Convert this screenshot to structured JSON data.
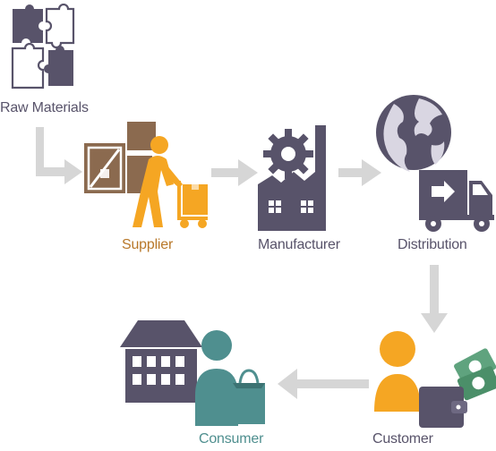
{
  "colors": {
    "dark": "#58536a",
    "light_gray": "#d6d6d6",
    "orange": "#f5a623",
    "brown": "#8b6a4f",
    "teal": "#4f8f8f",
    "green": "#5fa37e"
  },
  "nodes": [
    {
      "id": "raw-materials",
      "label": "Raw Materials",
      "icon": "puzzle-icon",
      "label_color": "#58536a"
    },
    {
      "id": "supplier",
      "label": "Supplier",
      "icon": "worker-boxes-icon",
      "label_color": "#b8782a"
    },
    {
      "id": "manufacturer",
      "label": "Manufacturer",
      "icon": "factory-icon",
      "label_color": "#58536a"
    },
    {
      "id": "distribution",
      "label": "Distribution",
      "icon": "globe-truck-icon",
      "label_color": "#58536a"
    },
    {
      "id": "customer",
      "label": "Customer",
      "icon": "person-wallet-icon",
      "label_color": "#58536a"
    },
    {
      "id": "consumer",
      "label": "Consumer",
      "icon": "store-person-bags-icon",
      "label_color": "#4f8f8f"
    }
  ]
}
